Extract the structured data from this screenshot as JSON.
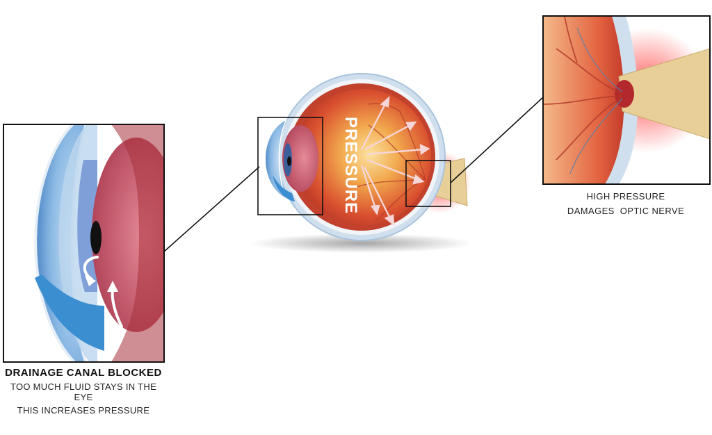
{
  "center_eye": {
    "pressure_label": "PRESSURE"
  },
  "left_caption": {
    "heading": "DRAINAGE CANAL BLOCKED",
    "line1": "TOO MUCH FLUID STAYS IN THE EYE",
    "line2": "THIS INCREASES PRESSURE"
  },
  "right_caption": {
    "line1": "HIGH PRESSURE",
    "line2": "DAMAGES  OPTIC NERVE"
  },
  "colors": {
    "sclera_red": "#d9453a",
    "lens_pink": "#c65a6e",
    "cornea_blue": "#6fa6d8",
    "nerve_yellow": "#e8cf98",
    "frame_black": "#111111",
    "glow_red": "#ff3a3a"
  }
}
